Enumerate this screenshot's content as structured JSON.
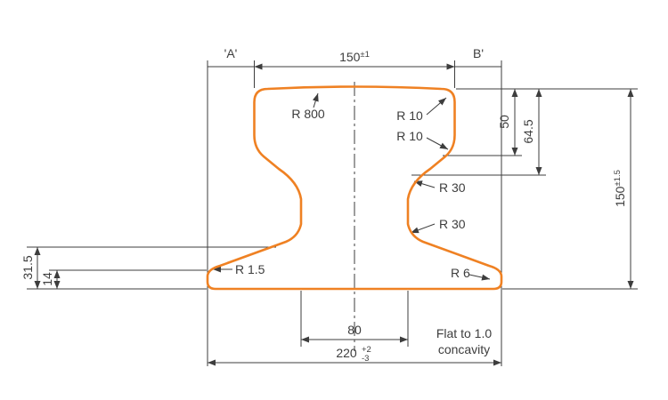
{
  "drawing": {
    "labels": {
      "a": "'A'",
      "b": "B'"
    },
    "dims": {
      "head_width": {
        "value": "150",
        "tol": "±1"
      },
      "height": {
        "value": "150",
        "tol": "±1.5"
      },
      "foot_width": {
        "value": "220",
        "tol_plus": "+2",
        "tol_minus": "-3"
      },
      "web_width": "80",
      "head_side_depth": "50",
      "head_depth": "64.5",
      "foot_edge_height": "31.5",
      "foot_edge_thickness": "14"
    },
    "radii": {
      "head_crown": "R 800",
      "head_corner_top": "R 10",
      "head_corner_side": "R 10",
      "web_top_fillet": "R 30",
      "web_bottom_fillet": "R 30",
      "foot_edge_fillet": "R 1.5",
      "foot_top_fillet": "R 6"
    },
    "note": {
      "line1": "Flat to 1.0",
      "line2": "concavity"
    },
    "colors": {
      "profile": "#ef8123",
      "line": "#3d3d3d"
    }
  }
}
